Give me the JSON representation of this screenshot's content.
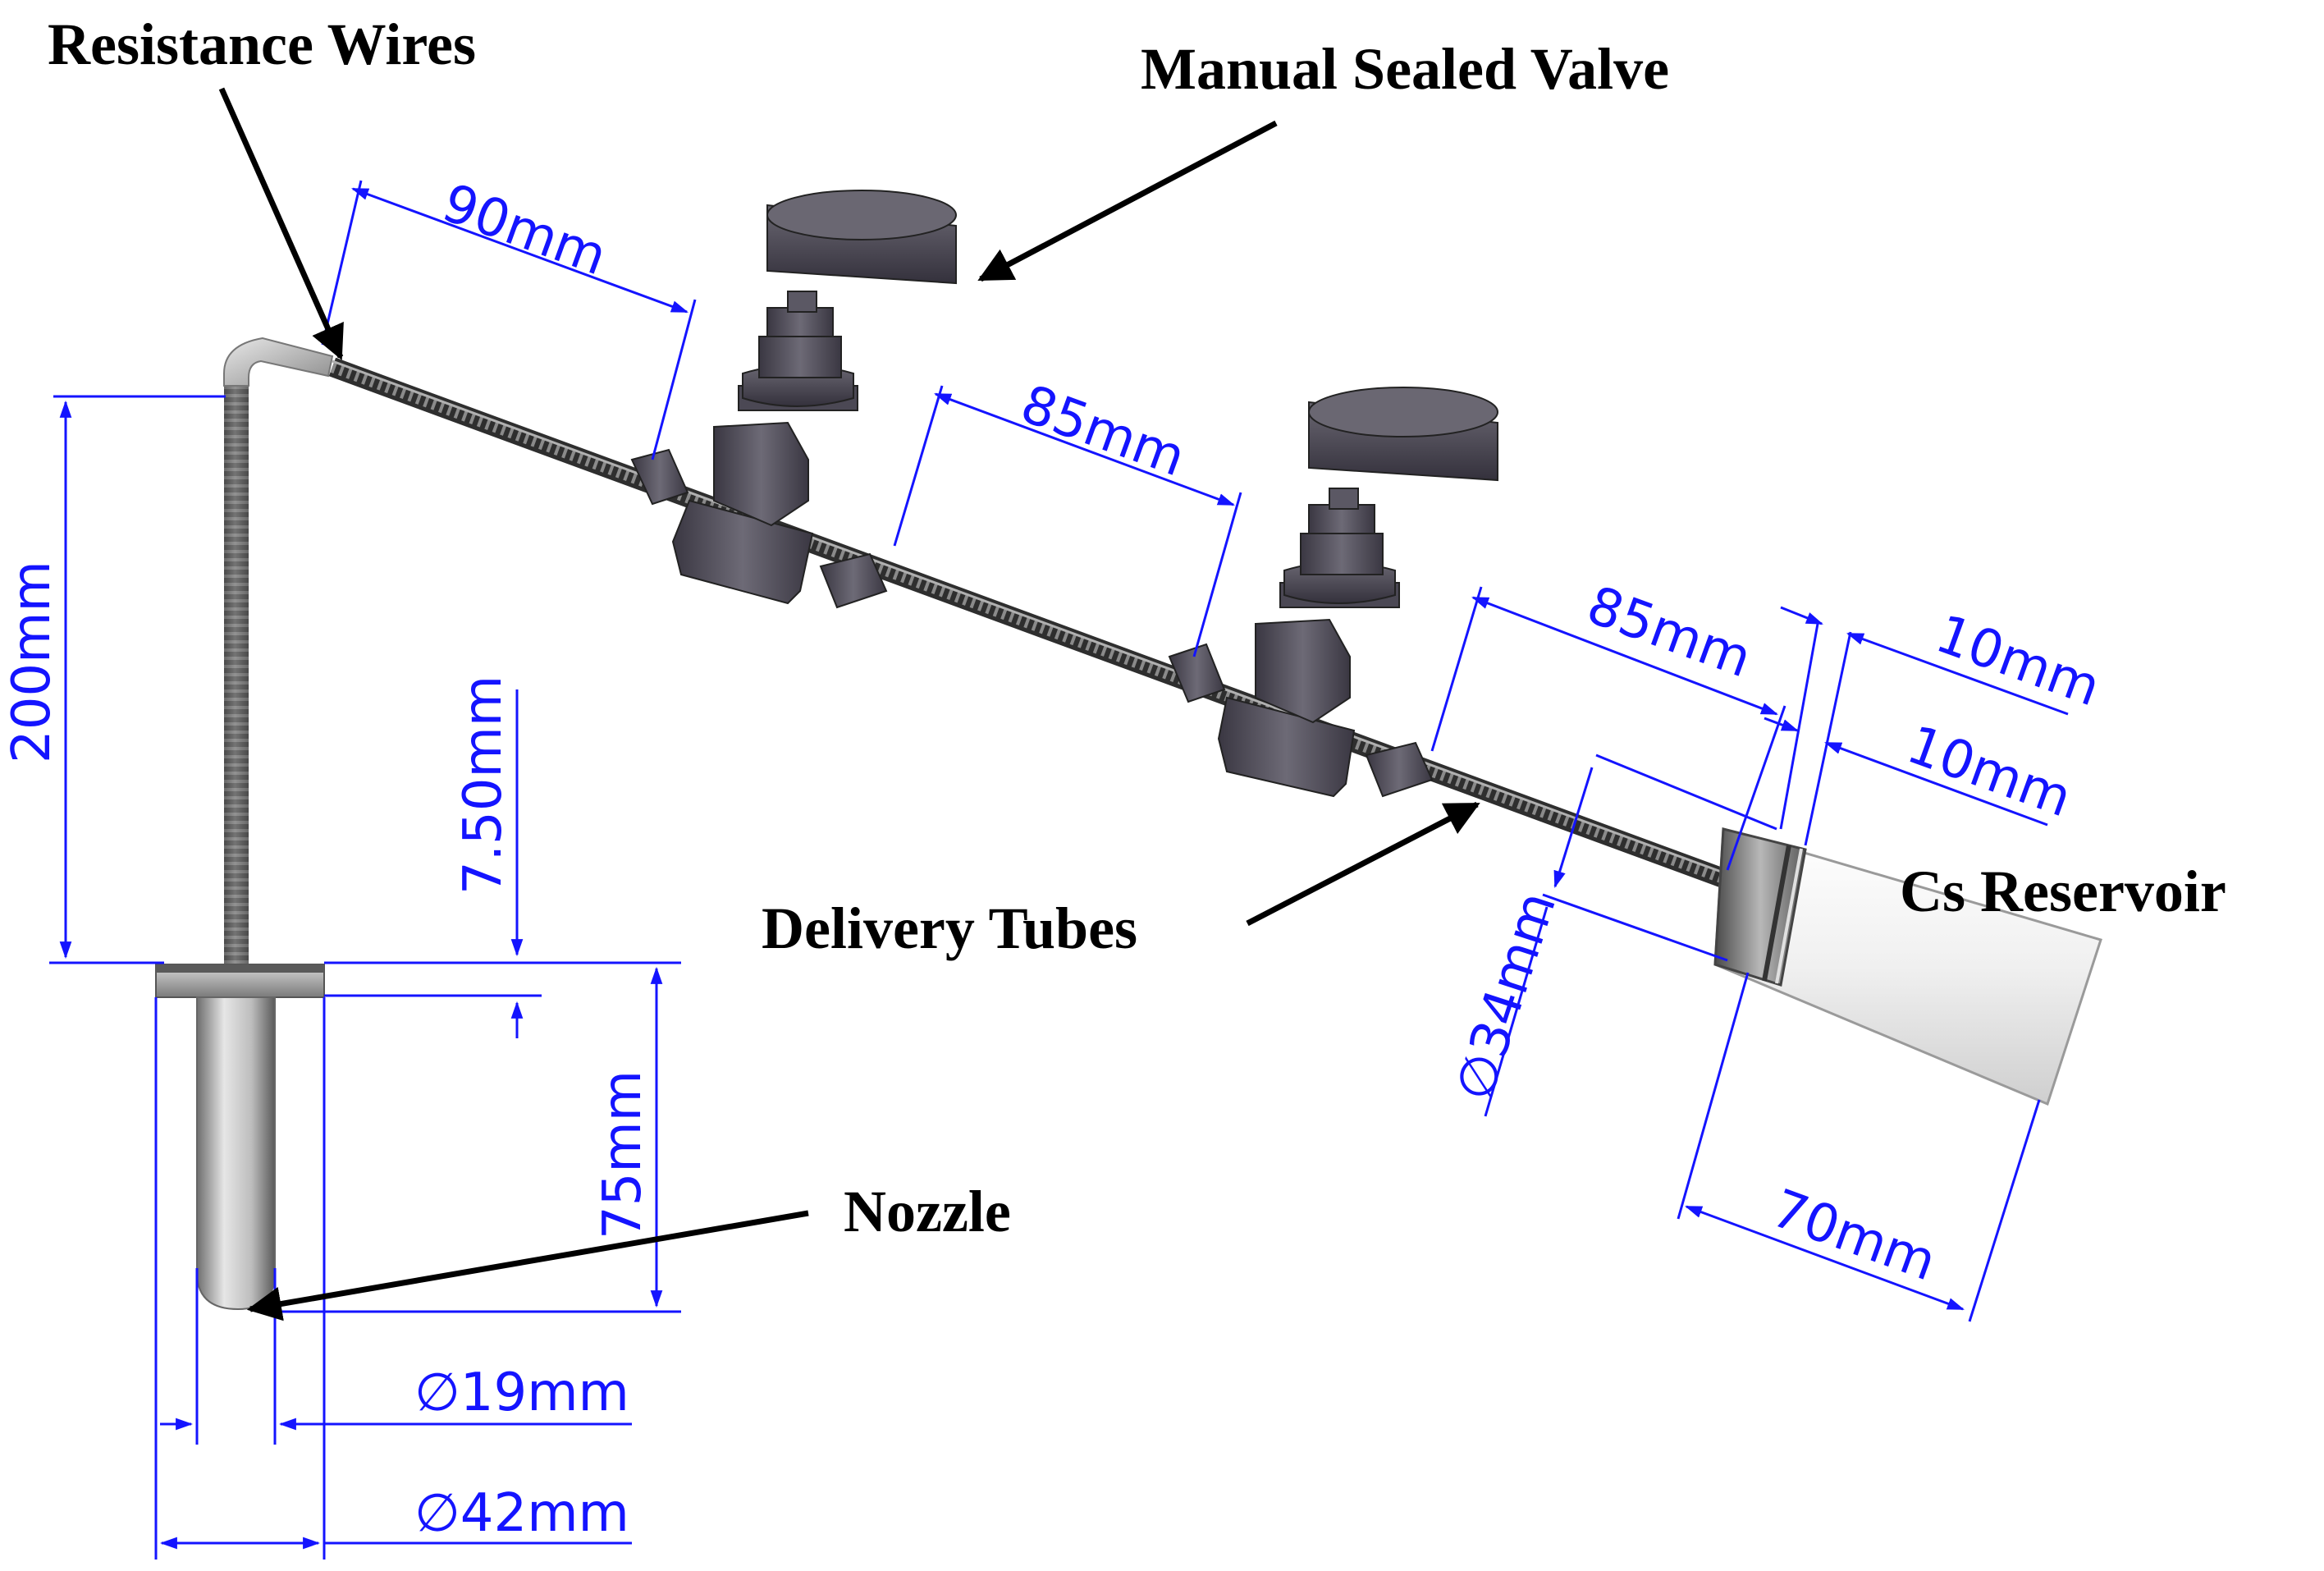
{
  "labels": {
    "resistance_wires": "Resistance Wires",
    "manual_sealed_valve": "Manual Sealed Valve",
    "delivery_tubes": "Delivery Tubes",
    "cs_reservoir": "Cs Reservoir",
    "nozzle": "Nozzle"
  },
  "dimensions": {
    "d_90": "90mm",
    "d_85_a": "85mm",
    "d_85_b": "85mm",
    "d_10_a": "10mm",
    "d_10_b": "10mm",
    "d_200": "200mm",
    "d_750": "7.50mm",
    "d_75": "75mm",
    "d_34": "34mm",
    "d_70": "70mm",
    "d_19": "19mm",
    "d_42": "42mm"
  },
  "colors": {
    "dimension": "#1414ff",
    "callout": "#000000",
    "metal_dark": "#4a4752",
    "metal_light": "#c4c4c4",
    "reservoir_body": "#f3f3f3"
  }
}
